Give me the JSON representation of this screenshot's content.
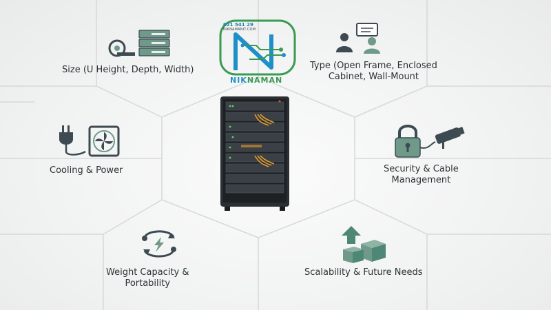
{
  "logo": {
    "phone": "021 541 29",
    "site": "NIKNAMANIT.COM",
    "name_part1": "NIK",
    "name_part2": "NAMAN"
  },
  "factors": {
    "size": "Size (U Height, Depth, Width)",
    "type_line1": "Type (Open Frame, Enclosed",
    "type_line2": "Cabinet, Wall-Mount",
    "cooling": "Cooling & Power",
    "security_line1": "Security & Cable",
    "security_line2": "Management",
    "weight_line1": "Weight Capacity &",
    "weight_line2": "Portability",
    "scalability": "Scalability & Future Needs"
  },
  "colors": {
    "icon_dark": "#3d4a52",
    "icon_green": "#6f9a8a",
    "icon_teal": "#4f8777",
    "rack_body": "#2b2f33",
    "cable_orange": "#e59a2a",
    "led_green": "#6ad35a",
    "logo_blue": "#1f8fc8",
    "logo_green": "#3a9a52",
    "line": "#d6d8d9"
  },
  "icons": {
    "size": "ruler-and-server-stack-icon",
    "type": "two-people-chat-icon",
    "cooling": "plug-and-fan-icon",
    "security": "padlock-and-camera-icon",
    "weight": "rotation-cycle-icon",
    "scalability": "stacked-boxes-arrow-icon"
  }
}
